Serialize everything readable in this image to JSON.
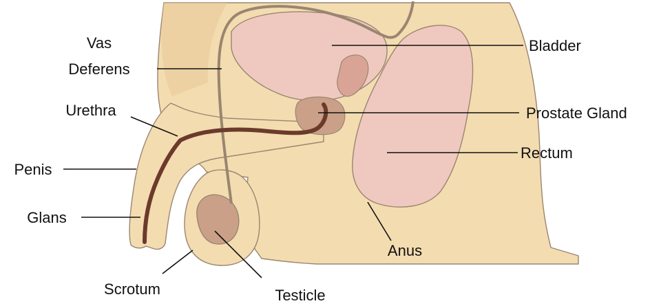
{
  "labels": {
    "vas_line1": "Vas",
    "vas_line2": "Deferens",
    "urethra": "Urethra",
    "penis": "Penis",
    "glans": "Glans",
    "scrotum": "Scrotum",
    "testicle": "Testicle",
    "bladder": "Bladder",
    "prostate": "Prostate Gland",
    "rectum": "Rectum",
    "anus": "Anus"
  },
  "colors": {
    "skin": "#f3dcb0",
    "skin_light": "#f8e8c6",
    "skin_shadow": "#e9c99a",
    "organ_pink": "#efc9c0",
    "organ_pink_dark": "#d9a496",
    "prostate": "#caa088",
    "urethra_dark": "#6b3a2c",
    "outline": "#9a8570",
    "leader": "#111111"
  }
}
